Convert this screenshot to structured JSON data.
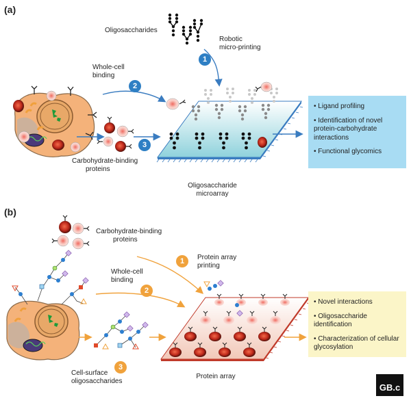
{
  "panel_a": {
    "letter": "(a)",
    "oligosaccharides_label": "Oligosaccharides",
    "robotic_label_1": "Robotic",
    "robotic_label_2": "micro-printing",
    "wholecell_label_1": "Whole-cell",
    "wholecell_label_2": "binding",
    "cbp_label_1": "Carbohydrate-binding",
    "cbp_label_2": "proteins",
    "array_label_1": "Oligosaccharide",
    "array_label_2": "microarray",
    "step1": "1",
    "step2": "2",
    "step3": "3",
    "outcomes": [
      "Ligand profiling",
      "Identification of novel protein-carbohydrate interactions",
      "Functional glycomics"
    ],
    "box_color": "#a8dcf3"
  },
  "panel_b": {
    "letter": "(b)",
    "cbp_label_1": "Carbohydrate-binding",
    "cbp_label_2": "proteins",
    "printing_label_1": "Protein array",
    "printing_label_2": "printing",
    "wholecell_label_1": "Whole-cell",
    "wholecell_label_2": "binding",
    "surface_label_1": "Cell-surface",
    "surface_label_2": "oligosaccharides",
    "array_label": "Protein array",
    "step1": "1",
    "step2": "2",
    "step3": "3",
    "outcomes": [
      "Novel interactions",
      "Oligosaccharide identification",
      "Characterization of cellular glycosylation"
    ],
    "box_color": "#fbf5c8"
  },
  "logo_text": "GB.c",
  "colors": {
    "blue_arrow": "#3a7cc0",
    "orange_arrow": "#f0a23c",
    "cell_body": "#f4b27a",
    "nucleus": "#e8a868",
    "protein_red": "#c02a1c"
  }
}
